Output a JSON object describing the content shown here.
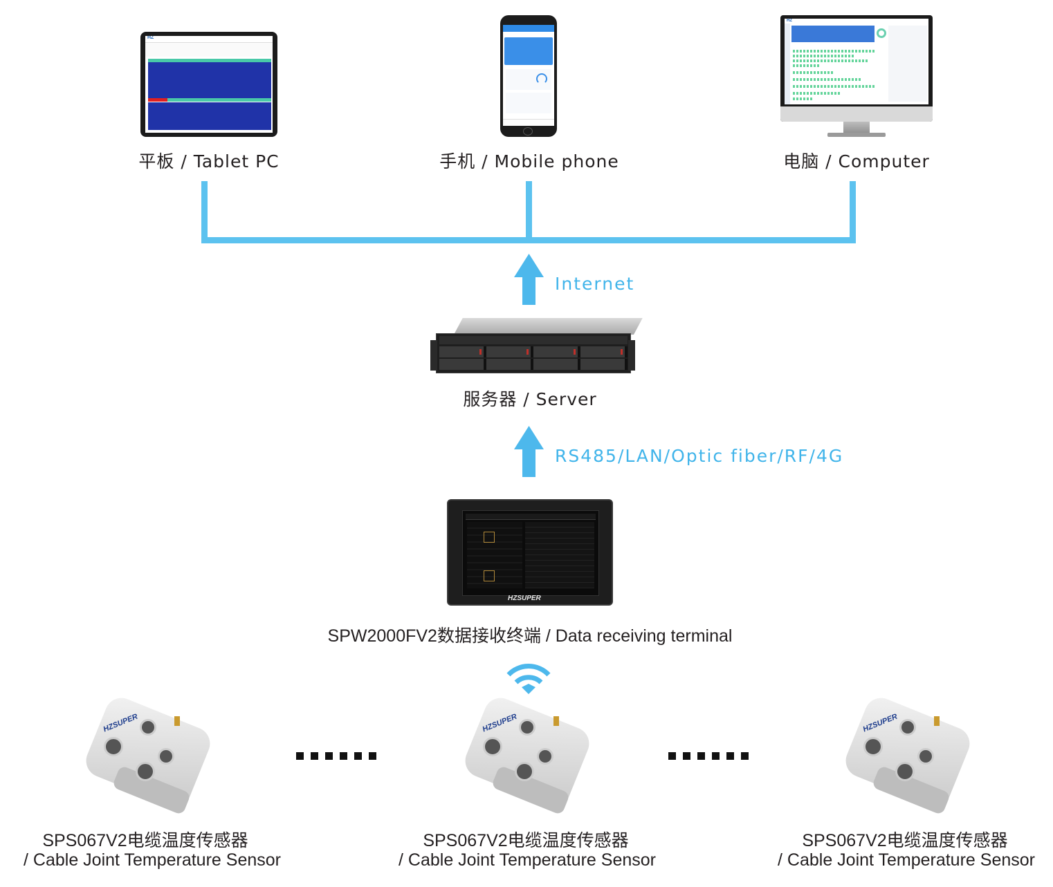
{
  "devices": {
    "tablet": {
      "label": "平板 / Tablet PC",
      "brand": "HZ"
    },
    "phone": {
      "label": "手机 / Mobile phone"
    },
    "computer": {
      "label": "电脑 / Computer",
      "brand": "HZ"
    }
  },
  "network": {
    "internet_label": "Internet",
    "link_label": "RS485/LAN/Optic fiber/RF/4G"
  },
  "server": {
    "label": "服务器 / Server"
  },
  "terminal": {
    "label": "SPW2000FV2数据接收终端 / Data receiving terminal",
    "brand": "HZSUPER"
  },
  "sensors": [
    {
      "line1": "SPS067V2电缆温度传感器",
      "line2": "/ Cable Joint Temperature Sensor",
      "brand": "HZSUPER"
    },
    {
      "line1": "SPS067V2电缆温度传感器",
      "line2": "/ Cable Joint Temperature Sensor",
      "brand": "HZSUPER"
    },
    {
      "line1": "SPS067V2电缆温度传感器",
      "line2": "/ Cable Joint Temperature Sensor",
      "brand": "HZSUPER"
    }
  ],
  "colors": {
    "accent": "#5cc2ef",
    "text": "#231f20",
    "arrow": "#4db8ec"
  }
}
